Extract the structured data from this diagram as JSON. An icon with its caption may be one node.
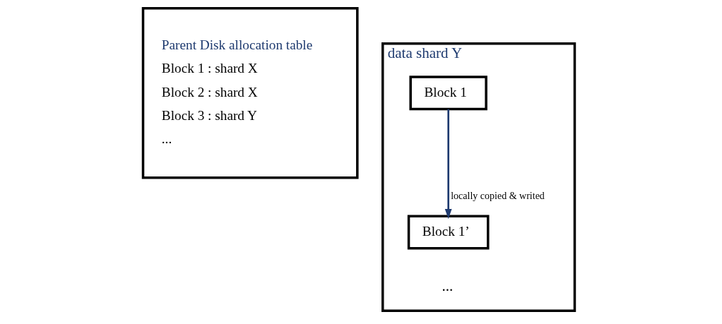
{
  "diagram": {
    "nodes": [
      {
        "text": [
          "Parent Disk allocation table",
          "Block 1 : shard X",
          "Block 2 : shard X",
          "Block 3 : shard Y",
          "..."
        ]
      },
      {
        "text": [
          "data shard Y"
        ]
      },
      {
        "text": [
          "Block 1"
        ],
        "in": 1
      },
      {
        "text": [
          "Block 1’"
        ],
        "in": 1
      }
    ],
    "edges": [
      {
        "from": 2,
        "to": 3,
        "arrow": "to",
        "label": "locally copied & writed",
        "color": "#1f3b70"
      }
    ],
    "labels": [
      "..."
    ]
  }
}
